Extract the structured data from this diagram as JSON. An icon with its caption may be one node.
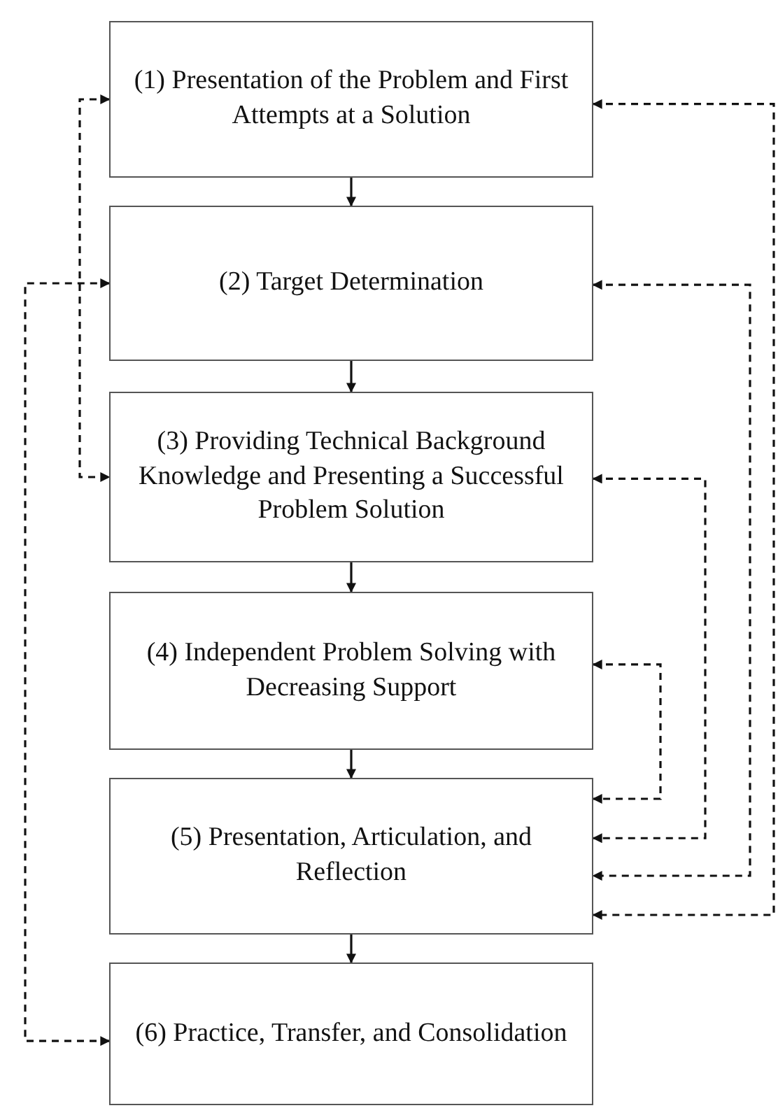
{
  "diagram": {
    "nodes": [
      {
        "text": [
          "(1) Presentation of the Problem and First Attempts at a Solution"
        ]
      },
      {
        "text": [
          "(2) Target Determination"
        ]
      },
      {
        "text": [
          "(3) Providing Technical Background Knowledge and Presenting a Successful Problem Solution"
        ]
      },
      {
        "text": [
          "(4) Independent Problem Solving with Decreasing Support"
        ]
      },
      {
        "text": [
          "(5) Presentation, Articulation, and Reflection"
        ]
      },
      {
        "text": [
          "(6) Practice, Transfer, and Consolidation"
        ]
      }
    ],
    "edges": [
      {
        "from": 0,
        "to": 1,
        "arrow": "to"
      },
      {
        "from": 1,
        "to": 2,
        "arrow": "to"
      },
      {
        "from": 2,
        "to": 3,
        "arrow": "to"
      },
      {
        "from": 3,
        "to": 4,
        "arrow": "to"
      },
      {
        "from": 4,
        "to": 5,
        "arrow": "to"
      },
      {
        "from": 0,
        "to": 2,
        "arrow": "both",
        "style": "dashed"
      },
      {
        "from": 5,
        "to": 1,
        "arrow": "both",
        "style": "dashed"
      },
      {
        "from": 0,
        "to": 4,
        "arrow": "both",
        "style": "dashed"
      },
      {
        "from": 1,
        "to": 4,
        "arrow": "both",
        "style": "dashed"
      },
      {
        "from": 2,
        "to": 4,
        "arrow": "both",
        "style": "dashed"
      },
      {
        "from": 3,
        "to": 4,
        "arrow": "both",
        "style": "dashed"
      }
    ]
  }
}
